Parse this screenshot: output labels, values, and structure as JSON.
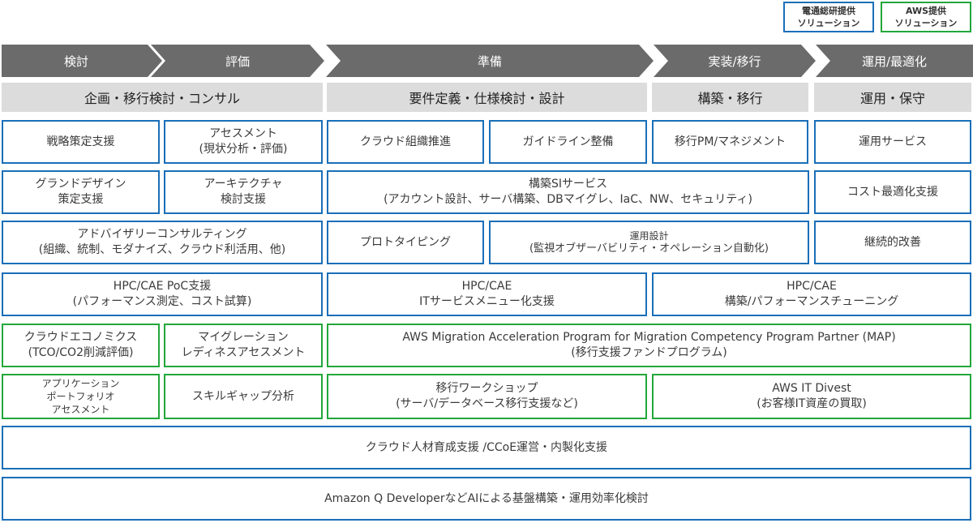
{
  "legend": {
    "ntt": {
      "line1": "電通総研提供",
      "line2": "ソリューション"
    },
    "aws": {
      "line1": "AWS提供",
      "line2": "ソリューション"
    }
  },
  "phases": [
    "検討",
    "評価",
    "準備",
    "実装/移行",
    "運用/最適化"
  ],
  "categories": [
    "企画・移行検討・コンサル",
    "要件定義・仕様検討・設計",
    "構築・移行",
    "運用・保守"
  ],
  "boxes": {
    "r1": {
      "strategy": {
        "l1": "戦略策定支援"
      },
      "assessment": {
        "l1": "アセスメント",
        "l2": "(現状分析・評価)"
      },
      "cloud_org": {
        "l1": "クラウド組織推進"
      },
      "guideline": {
        "l1": "ガイドライン整備"
      },
      "migration_pm": {
        "l1": "移行PM/マネジメント"
      },
      "ops_service": {
        "l1": "運用サービス"
      }
    },
    "r2": {
      "grand_design": {
        "l1": "グランドデザイン",
        "l2": "策定支援"
      },
      "architecture": {
        "l1": "アーキテクチャ",
        "l2": "検討支援"
      },
      "si_service": {
        "l1": "構築SIサービス",
        "l2": "(アカウント設計、サーバ構築、DBマイグレ、IaC、NW、セキュリティ)"
      },
      "cost_opt": {
        "l1": "コスト最適化支援"
      }
    },
    "r3": {
      "advisory": {
        "l1": "アドバイザリーコンサルティング",
        "l2": "(組織、統制、モダナイズ、クラウド利活用、他)"
      },
      "prototyping": {
        "l1": "プロトタイピング"
      },
      "ops_design": {
        "l1": "運用設計",
        "l2": "(監視オブザーバビリティ・オペレーション自動化)"
      },
      "continuous": {
        "l1": "継続的改善"
      }
    },
    "r4": {
      "hpc_poc": {
        "l1": "HPC/CAE PoC支援",
        "l2": "(パフォーマンス測定、コスト試算)"
      },
      "hpc_it": {
        "l1": "HPC/CAE",
        "l2": "ITサービスメニュー化支援"
      },
      "hpc_build": {
        "l1": "HPC/CAE",
        "l2": "構築/パフォーマンスチューニング"
      }
    },
    "r5": {
      "economics": {
        "l1": "クラウドエコノミクス",
        "l2": "(TCO/CO2削減評価)"
      },
      "readiness": {
        "l1": "マイグレーション",
        "l2": "レディネスアセスメント"
      },
      "map": {
        "l1": "AWS Migration Acceleration Program for Migration Competency Program Partner (MAP)",
        "l2": "(移行支援ファンドプログラム)"
      }
    },
    "r6": {
      "portfolio": {
        "l1": "アプリケーション",
        "l2": "ポートフォリオ",
        "l3": "アセスメント"
      },
      "skill_gap": {
        "l1": "スキルギャップ分析"
      },
      "workshop": {
        "l1": "移行ワークショップ",
        "l2": "(サーバ/データベース移行支援など)"
      },
      "divest": {
        "l1": "AWS IT Divest",
        "l2": "(お客様IT資産の買取)"
      }
    },
    "r7": {
      "talent": {
        "l1": "クラウド人材育成支援 /CCoE運営・内製化支援"
      }
    },
    "r8": {
      "ai": {
        "l1": "Amazon Q DeveloperなどAIによる基盤構築・運用効率化検討"
      }
    }
  },
  "colors": {
    "ntt": "#1a6fb8",
    "aws": "#22a73a",
    "phase": "#6b6b6b",
    "category": "#dcdcdc"
  }
}
